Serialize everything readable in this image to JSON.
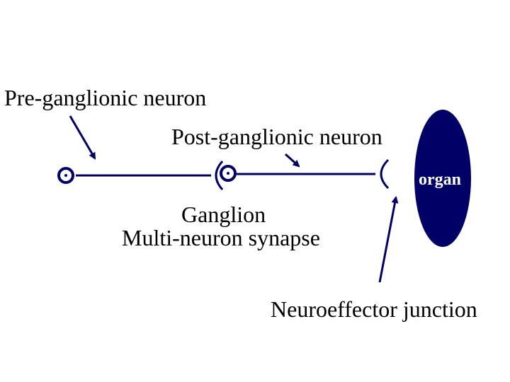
{
  "labels": {
    "pre_ganglionic": "Pre-ganglionic neuron",
    "post_ganglionic": "Post-ganglionic neuron",
    "ganglion": "Ganglion",
    "multi_neuron_synapse": "Multi-neuron synapse",
    "neuroeffector_junction": "Neuroeffector junction",
    "organ": "organ"
  },
  "colors": {
    "neuron": "#000066",
    "organ_fill": "#000066",
    "text": "#000000",
    "organ_text": "#ffffff",
    "background": "#ffffff"
  }
}
